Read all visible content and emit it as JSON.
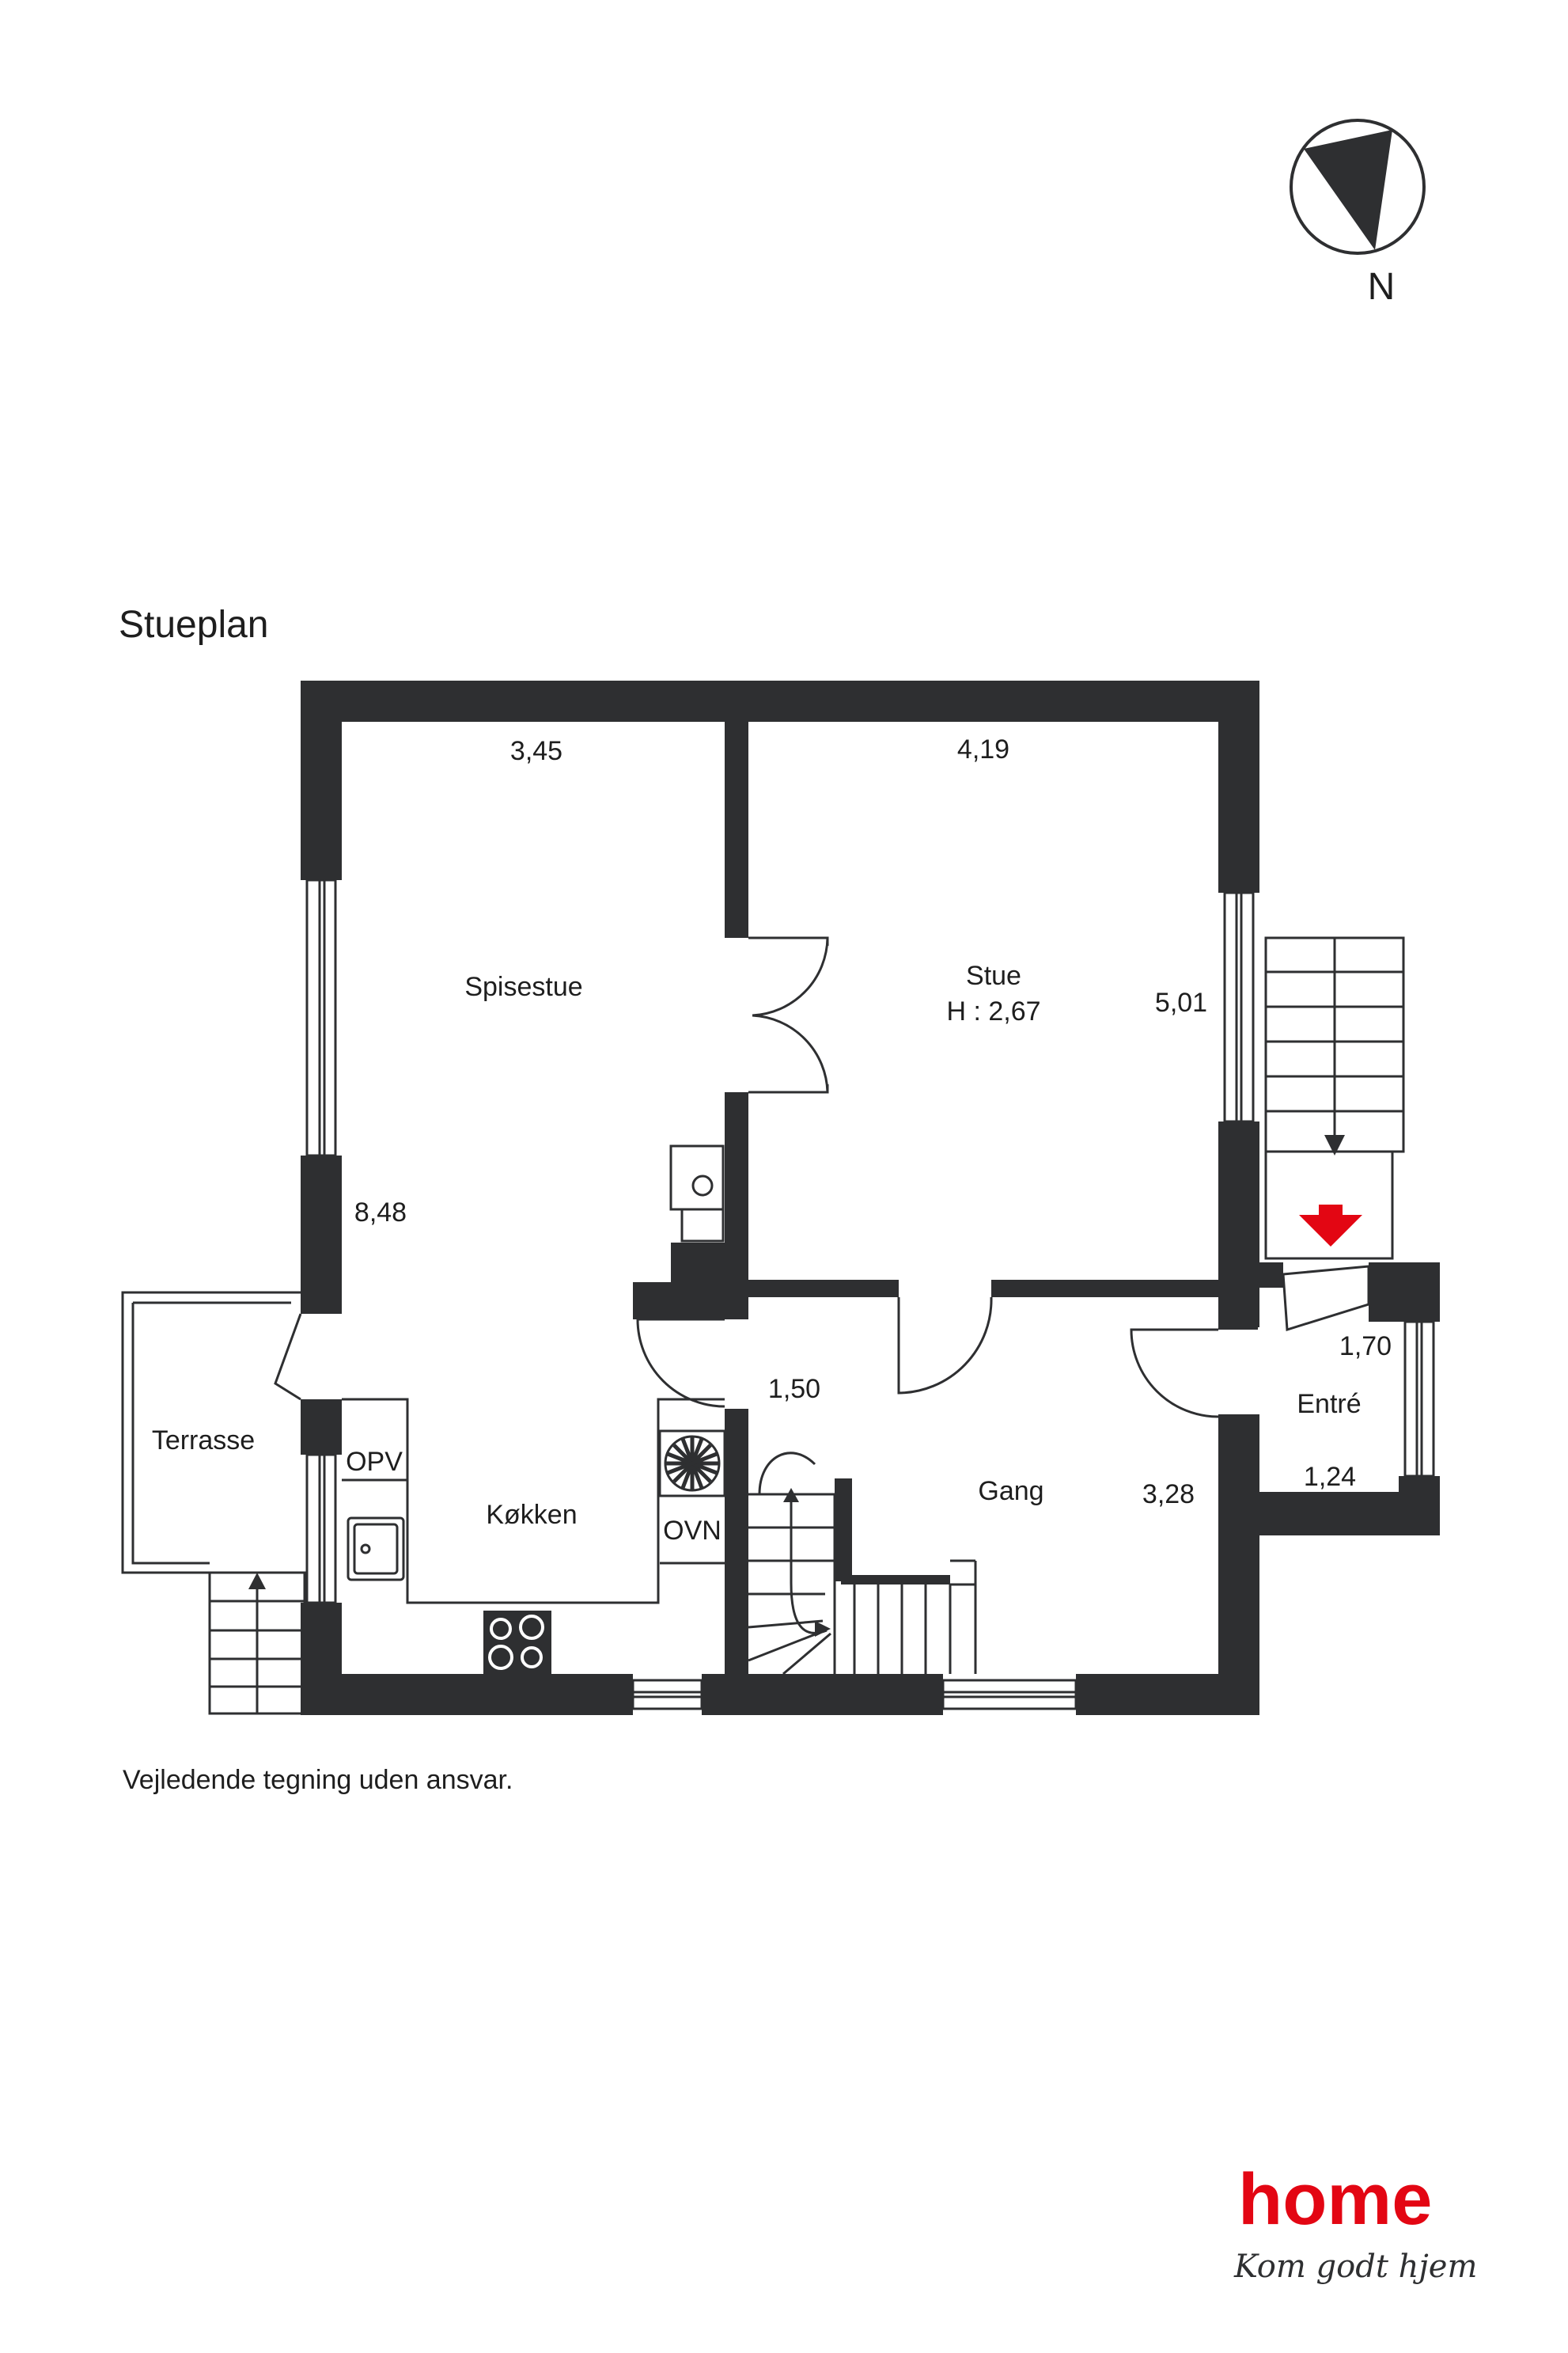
{
  "title": "Stueplan",
  "disclaimer": "Vejledende tegning uden ansvar.",
  "compass": {
    "label": "N"
  },
  "rooms": {
    "spisestue": "Spisestue",
    "stue": "Stue",
    "stue_height": "H : 2,67",
    "kokken": "Køkken",
    "gang": "Gang",
    "entre": "Entré",
    "terrasse": "Terrasse"
  },
  "fixtures": {
    "opv": "OPV",
    "ovn": "OVN"
  },
  "dimensions": {
    "spisestue_width": "3,45",
    "stue_width": "4,19",
    "stue_depth": "5,01",
    "west_length": "8,48",
    "gang_width_small": "1,50",
    "gang_depth": "3,28",
    "entre_width": "1,70",
    "entre_depth": "1,24"
  },
  "brand": {
    "name": "home",
    "slogan": "Kom godt hjem",
    "color": "#e30613"
  },
  "colors": {
    "wall": "#2e2f31",
    "entrance_arrow": "#e30613"
  },
  "icons": [
    "compass-icon",
    "entrance-arrow-icon",
    "sink-icon",
    "hob-icon",
    "fan-icon",
    "door-swing-icon",
    "stair-icon"
  ]
}
